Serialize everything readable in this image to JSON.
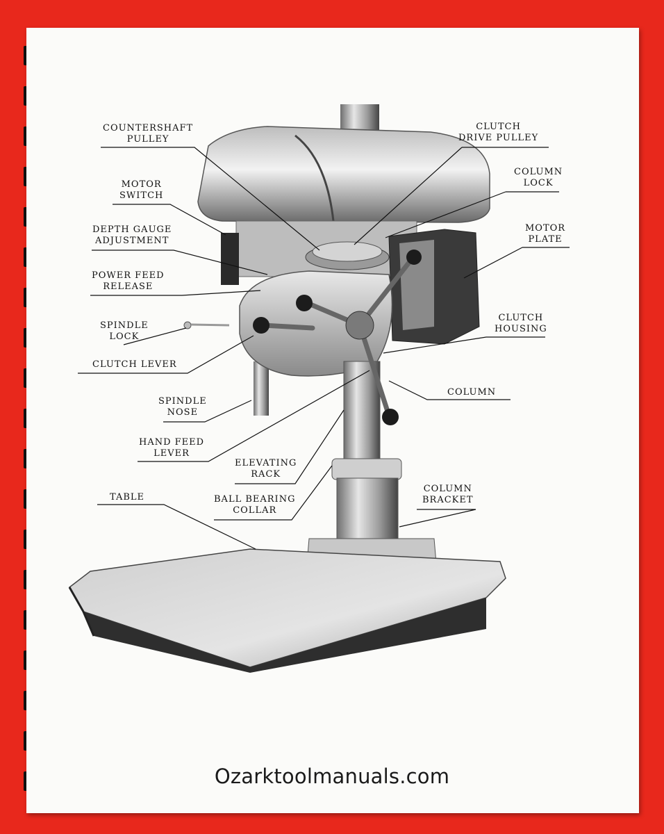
{
  "labels": {
    "countershaft_pulley": [
      "COUNTERSHAFT",
      "PULLEY"
    ],
    "clutch_drive_pulley": [
      "CLUTCH",
      "DRIVE PULLEY"
    ],
    "column_lock": [
      "COLUMN",
      "LOCK"
    ],
    "motor_switch": [
      "MOTOR",
      "SWITCH"
    ],
    "motor_plate": [
      "MOTOR",
      "PLATE"
    ],
    "depth_gauge_adjustment": [
      "DEPTH GAUGE",
      "ADJUSTMENT"
    ],
    "power_feed_release": [
      "POWER FEED",
      "RELEASE"
    ],
    "spindle_lock": [
      "SPINDLE",
      "LOCK"
    ],
    "clutch_housing": [
      "CLUTCH",
      "HOUSING"
    ],
    "clutch_lever": [
      "CLUTCH LEVER"
    ],
    "column": [
      "COLUMN"
    ],
    "spindle_nose": [
      "SPINDLE",
      "NOSE"
    ],
    "hand_feed_lever": [
      "HAND FEED",
      "LEVER"
    ],
    "elevating_rack": [
      "ELEVATING",
      "RACK"
    ],
    "column_bracket": [
      "COLUMN",
      "BRACKET"
    ],
    "table": [
      "TABLE"
    ],
    "ball_bearing_collar": [
      "BALL BEARING",
      "COLLAR"
    ]
  },
  "footer": "Ozarktoolmanuals.com",
  "colors": {
    "background": "#e8281c",
    "paper": "#fbfbf9",
    "ink": "#111111"
  }
}
